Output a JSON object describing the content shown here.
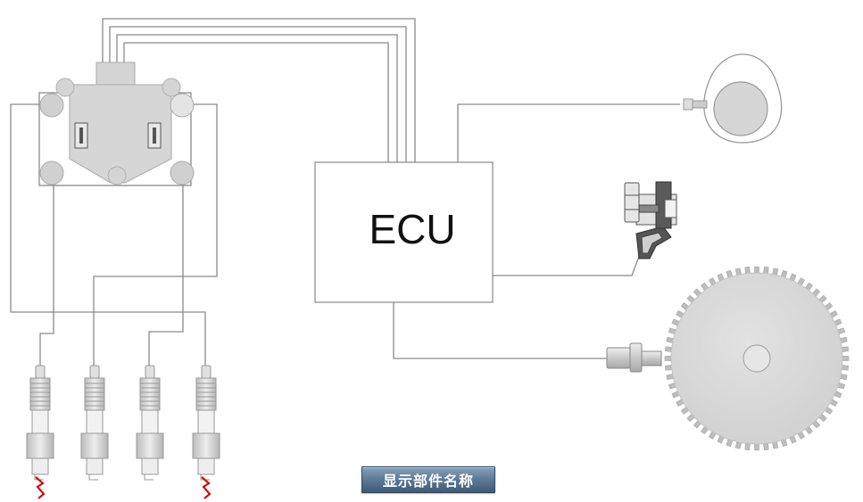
{
  "ecu": {
    "label": "ECU"
  },
  "button": {
    "label": "显示部件名称"
  },
  "colors": {
    "wire": "#8a8a8a",
    "part_fill": "#d8d8d8",
    "part_stroke": "#999999",
    "spark": "#cc1111",
    "button_bg": "#5f7c99"
  },
  "parts": [
    {
      "name": "ignition-coil-pack"
    },
    {
      "name": "spark-plug",
      "count": 4
    },
    {
      "name": "oxygen-sensor"
    },
    {
      "name": "knock-sensor"
    },
    {
      "name": "crankshaft-position-sensor"
    },
    {
      "name": "trigger-wheel"
    }
  ],
  "trigger_wheel": {
    "teeth": 60
  }
}
